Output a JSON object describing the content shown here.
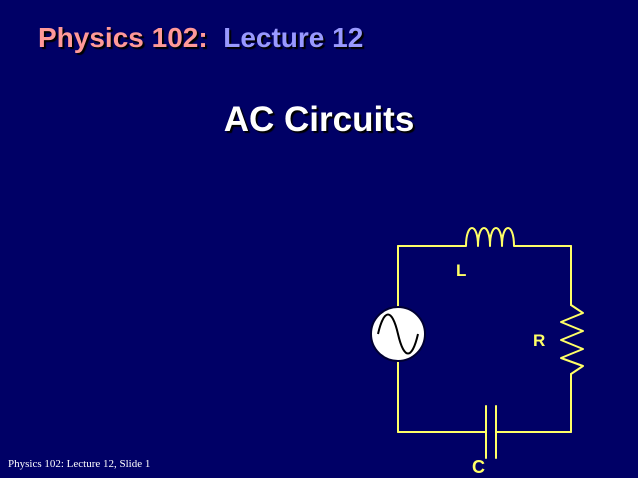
{
  "slide": {
    "course": "Physics 102:",
    "lecture": "Lecture 12",
    "title": "AC Circuits",
    "footer": "Physics 102: Lecture 12, Slide 1"
  },
  "circuit": {
    "inductor_label": "L",
    "resistor_label": "R",
    "capacitor_label": "C",
    "source_icon": "ac-source-icon"
  },
  "colors": {
    "background": "#000066",
    "course": "#ff9999",
    "lecture": "#9999ff",
    "wire": "#ffff66",
    "label": "#ffff66"
  }
}
